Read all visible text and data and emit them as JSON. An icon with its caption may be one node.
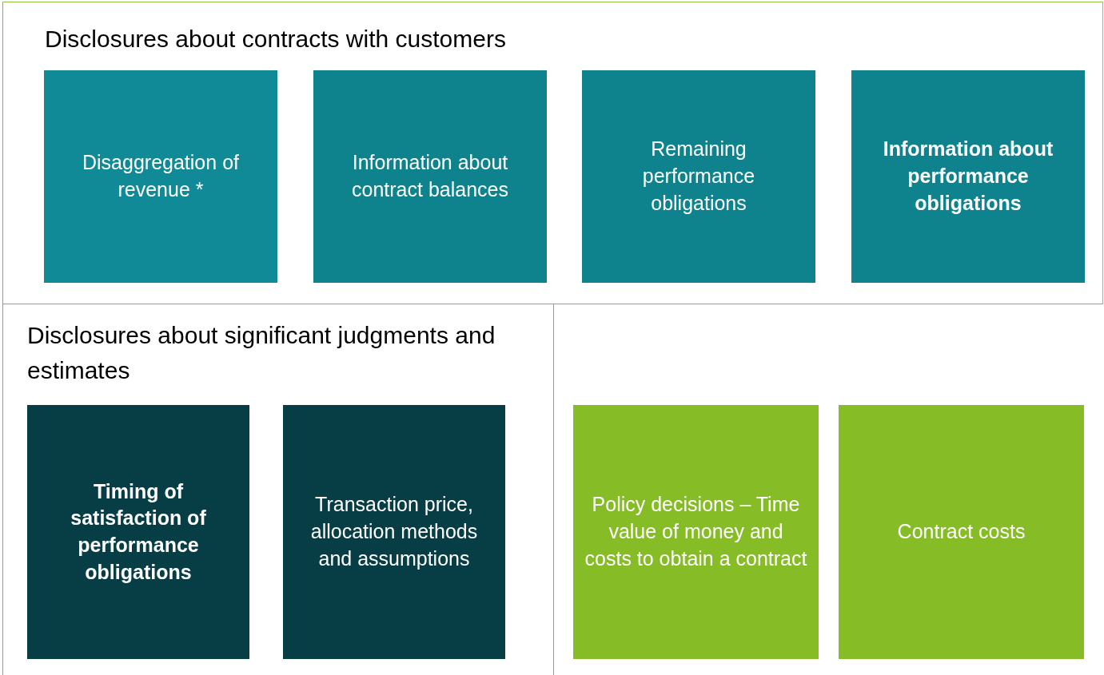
{
  "diagram": {
    "nodes": [
      {
        "text": [
          "Disclosures about contracts with customers"
        ]
      },
      {
        "text": [
          "Disaggregation of revenue *"
        ],
        "in": 0
      },
      {
        "text": [
          "Information about contract balances"
        ],
        "in": 0
      },
      {
        "text": [
          "Remaining performance obligations"
        ],
        "in": 0
      },
      {
        "text": [
          "Information about performance obligations"
        ],
        "in": 0
      },
      {
        "text": [
          "Disclosures about significant judgments and estimates"
        ]
      },
      {
        "text": [
          "Timing of satisfaction of performance obligations"
        ],
        "in": 5
      },
      {
        "text": [
          "Transaction price, allocation methods and assumptions"
        ],
        "in": 5
      },
      {
        "text": [
          "Policy decisions – Time value of money and costs to obtain a contract"
        ]
      },
      {
        "text": [
          "Contract costs"
        ]
      }
    ]
  }
}
